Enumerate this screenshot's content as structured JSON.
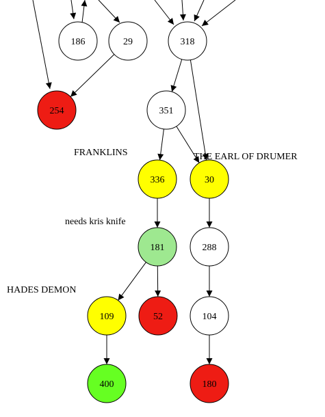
{
  "nodes": [
    {
      "id": "n186",
      "label": "186",
      "fill": "#ffffff"
    },
    {
      "id": "n29",
      "label": "29",
      "fill": "#ffffff"
    },
    {
      "id": "n318",
      "label": "318",
      "fill": "#ffffff"
    },
    {
      "id": "n254",
      "label": "254",
      "fill": "#ee1c14"
    },
    {
      "id": "n351",
      "label": "351",
      "fill": "#ffffff"
    },
    {
      "id": "n336",
      "label": "336",
      "fill": "#ffff00"
    },
    {
      "id": "n30",
      "label": "30",
      "fill": "#ffff00"
    },
    {
      "id": "n181",
      "label": "181",
      "fill": "#9ee890"
    },
    {
      "id": "n288",
      "label": "288",
      "fill": "#ffffff"
    },
    {
      "id": "n109",
      "label": "109",
      "fill": "#ffff00"
    },
    {
      "id": "n52",
      "label": "52",
      "fill": "#ee1c14"
    },
    {
      "id": "n104",
      "label": "104",
      "fill": "#ffffff"
    },
    {
      "id": "n400",
      "label": "400",
      "fill": "#66ff22"
    },
    {
      "id": "n180",
      "label": "180",
      "fill": "#ee1c14"
    }
  ],
  "edges": [
    {
      "from": "n29",
      "to": "n254"
    },
    {
      "from": "n318",
      "to": "n351"
    },
    {
      "from": "n318",
      "to": "n30"
    },
    {
      "from": "n351",
      "to": "n336"
    },
    {
      "from": "n351",
      "to": "n30"
    },
    {
      "from": "n336",
      "to": "n181"
    },
    {
      "from": "n30",
      "to": "n288"
    },
    {
      "from": "n181",
      "to": "n109"
    },
    {
      "from": "n181",
      "to": "n52"
    },
    {
      "from": "n288",
      "to": "n104"
    },
    {
      "from": "n109",
      "to": "n400"
    },
    {
      "from": "n104",
      "to": "n180"
    }
  ],
  "annotations": {
    "franklins": "FRANKLINS",
    "earl_of_drumer": "THE EARL OF DRUMER",
    "needs_kris_knife": "needs kris knife",
    "hades_demon": "HADES DEMON"
  }
}
